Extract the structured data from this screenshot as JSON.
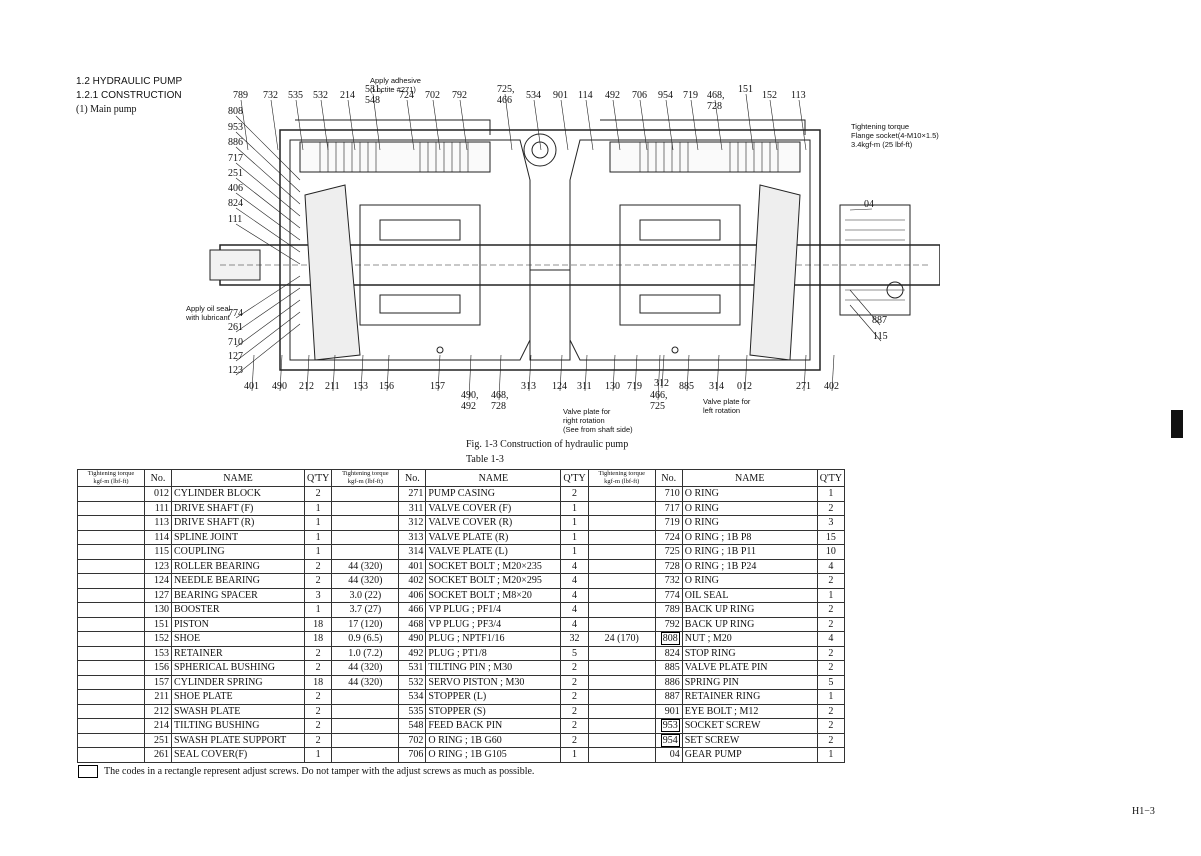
{
  "header": {
    "section": "1.2  HYDRAULIC PUMP",
    "subsection": "1.2.1  CONSTRUCTION",
    "item": "(1)  Main pump"
  },
  "annotations": {
    "adhesive": "Apply adhesive\n(Loctite #271)",
    "oil_seal": "Apply oil seal\nwith lubricant",
    "torque": "Tightening torque\nFlange socket(4-M10×1.5)\n3.4kgf-m (25 lbf-ft)",
    "right_rotation": "Valve plate for\nright rotation\n(See from shaft side)",
    "left_rotation": "Valve plate for\nleft rotation"
  },
  "callouts": {
    "top": [
      "789",
      "732",
      "535",
      "532",
      "214",
      "531,\n548",
      "724",
      "702",
      "792",
      "725,\n466",
      "534",
      "901",
      "114",
      "492",
      "706",
      "954",
      "719",
      "468,\n728",
      "151",
      "152",
      "113"
    ],
    "left": [
      "808",
      "953",
      "886",
      "717",
      "251",
      "406",
      "824",
      "111",
      "774",
      "261",
      "710",
      "127",
      "123"
    ],
    "bottom": [
      "401",
      "490",
      "212",
      "211",
      "153",
      "156",
      "157",
      "490,\n492",
      "468,\n728",
      "313",
      "124",
      "311",
      "130",
      "719",
      "466,\n725",
      "312",
      "885",
      "314",
      "012",
      "271",
      "402"
    ],
    "right": [
      "04",
      "887",
      "115"
    ]
  },
  "figure_caption": "Fig. 1-3   Construction of hydraulic pump",
  "table_caption": "Table 1-3",
  "table": {
    "headers": {
      "torque": "Tightening torque\nkgf-m (lbf-ft)",
      "no": "No.",
      "name": "NAME",
      "qty": "Q'TY"
    },
    "rows": [
      [
        "",
        "012",
        "CYLINDER BLOCK",
        "2",
        "",
        "271",
        "PUMP CASING",
        "2",
        "",
        "710",
        "O RING",
        "1"
      ],
      [
        "",
        "111",
        "DRIVE SHAFT (F)",
        "1",
        "",
        "311",
        "VALVE COVER (F)",
        "1",
        "",
        "717",
        "O RING",
        "2"
      ],
      [
        "",
        "113",
        "DRIVE SHAFT (R)",
        "1",
        "",
        "312",
        "VALVE COVER (R)",
        "1",
        "",
        "719",
        "O RING",
        "3"
      ],
      [
        "",
        "114",
        "SPLINE JOINT",
        "1",
        "",
        "313",
        "VALVE PLATE (R)",
        "1",
        "",
        "724",
        "O RING ; 1B   P8",
        "15"
      ],
      [
        "",
        "115",
        "COUPLING",
        "1",
        "",
        "314",
        "VALVE PLATE (L)",
        "1",
        "",
        "725",
        "O RING ; 1B   P11",
        "10"
      ],
      [
        "",
        "123",
        "ROLLER BEARING",
        "2",
        "44 (320)",
        "401",
        "SOCKET BOLT ; M20×235",
        "4",
        "",
        "728",
        "O RING ; 1B   P24",
        "4"
      ],
      [
        "",
        "124",
        "NEEDLE BEARING",
        "2",
        "44 (320)",
        "402",
        "SOCKET BOLT ; M20×295",
        "4",
        "",
        "732",
        "O RING",
        "2"
      ],
      [
        "",
        "127",
        "BEARING SPACER",
        "3",
        "3.0 (22)",
        "406",
        "SOCKET BOLT ; M8×20",
        "4",
        "",
        "774",
        "OIL SEAL",
        "1"
      ],
      [
        "",
        "130",
        "BOOSTER",
        "1",
        "3.7 (27)",
        "466",
        "VP PLUG ; PF1/4",
        "4",
        "",
        "789",
        "BACK UP RING",
        "2"
      ],
      [
        "",
        "151",
        "PISTON",
        "18",
        "17 (120)",
        "468",
        "VP PLUG ; PF3/4",
        "4",
        "",
        "792",
        "BACK UP RING",
        "2"
      ],
      [
        "",
        "152",
        "SHOE",
        "18",
        "0.9 (6.5)",
        "490",
        "PLUG ; NPTF1/16",
        "32",
        "24 (170)",
        "808",
        "NUT ; M20",
        "4"
      ],
      [
        "",
        "153",
        "RETAINER",
        "2",
        "1.0 (7.2)",
        "492",
        "PLUG ; PT1/8",
        "5",
        "",
        "824",
        "STOP RING",
        "2"
      ],
      [
        "",
        "156",
        "SPHERICAL BUSHING",
        "2",
        "44 (320)",
        "531",
        "TILTING PIN ; M30",
        "2",
        "",
        "885",
        "VALVE PLATE PIN",
        "2"
      ],
      [
        "",
        "157",
        "CYLINDER SPRING",
        "18",
        "44 (320)",
        "532",
        "SERVO PISTON ; M30",
        "2",
        "",
        "886",
        "SPRING PIN",
        "5"
      ],
      [
        "",
        "211",
        "SHOE PLATE",
        "2",
        "",
        "534",
        "STOPPER (L)",
        "2",
        "",
        "887",
        "RETAINER RING",
        "1"
      ],
      [
        "",
        "212",
        "SWASH PLATE",
        "2",
        "",
        "535",
        "STOPPER (S)",
        "2",
        "",
        "901",
        "EYE BOLT ; M12",
        "2"
      ],
      [
        "",
        "214",
        "TILTING BUSHING",
        "2",
        "",
        "548",
        "FEED BACK PIN",
        "2",
        "",
        "953",
        "SOCKET SCREW",
        "2"
      ],
      [
        "",
        "251",
        "SWASH PLATE SUPPORT",
        "2",
        "",
        "702",
        "O RING ; 1B   G60",
        "2",
        "",
        "954",
        "SET SCREW",
        "2"
      ],
      [
        "",
        "261",
        "SEAL COVER(F)",
        "1",
        "",
        "706",
        "O RING ; 1B   G105",
        "1",
        "",
        "04",
        "GEAR PUMP",
        "1"
      ]
    ],
    "boxed_codes": [
      "808",
      "953",
      "954"
    ]
  },
  "note": "The codes in a rectangle represent adjust screws. Do not tamper with the adjust screws as much as possible.",
  "page_number": "H1−3"
}
